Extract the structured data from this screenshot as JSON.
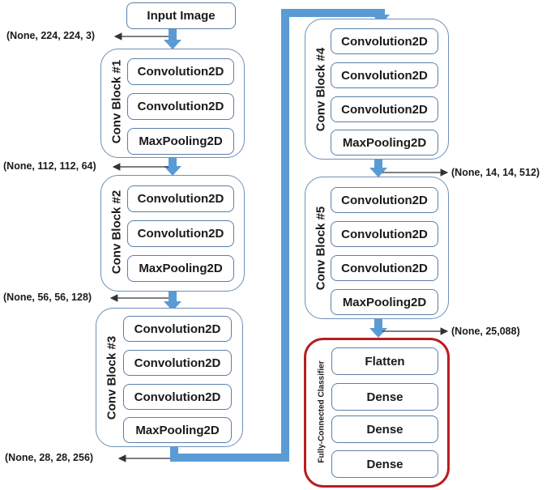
{
  "input_label": "Input Image",
  "blocks": {
    "b1": {
      "title": "Conv Block #1",
      "layers": [
        "Convolution2D",
        "Convolution2D",
        "MaxPooling2D"
      ]
    },
    "b2": {
      "title": "Conv Block #2",
      "layers": [
        "Convolution2D",
        "Convolution2D",
        "MaxPooling2D"
      ]
    },
    "b3": {
      "title": "Conv Block #3",
      "layers": [
        "Convolution2D",
        "Convolution2D",
        "Convolution2D",
        "MaxPooling2D"
      ]
    },
    "b4": {
      "title": "Conv Block #4",
      "layers": [
        "Convolution2D",
        "Convolution2D",
        "Convolution2D",
        "MaxPooling2D"
      ]
    },
    "b5": {
      "title": "Conv Block #5",
      "layers": [
        "Convolution2D",
        "Convolution2D",
        "Convolution2D",
        "MaxPooling2D"
      ]
    },
    "fc": {
      "title": "Fully-Connected Classifier",
      "layers": [
        "Flatten",
        "Dense",
        "Dense",
        "Dense"
      ]
    }
  },
  "shapes": {
    "input": "(None, 224, 224, 3)",
    "after_b1": "(None, 112, 112, 64)",
    "after_b2": "(None, 56, 56, 128)",
    "after_b3": "(None, 28, 28, 256)",
    "after_b4": "(None, 14, 14, 512)",
    "after_b5": "(None, 25,088)"
  },
  "colors": {
    "arrow": "#5b9bd5",
    "layer_border": "#5b7fa8",
    "block_border": "#6d8fb8",
    "fc_border": "#b81e1e"
  }
}
